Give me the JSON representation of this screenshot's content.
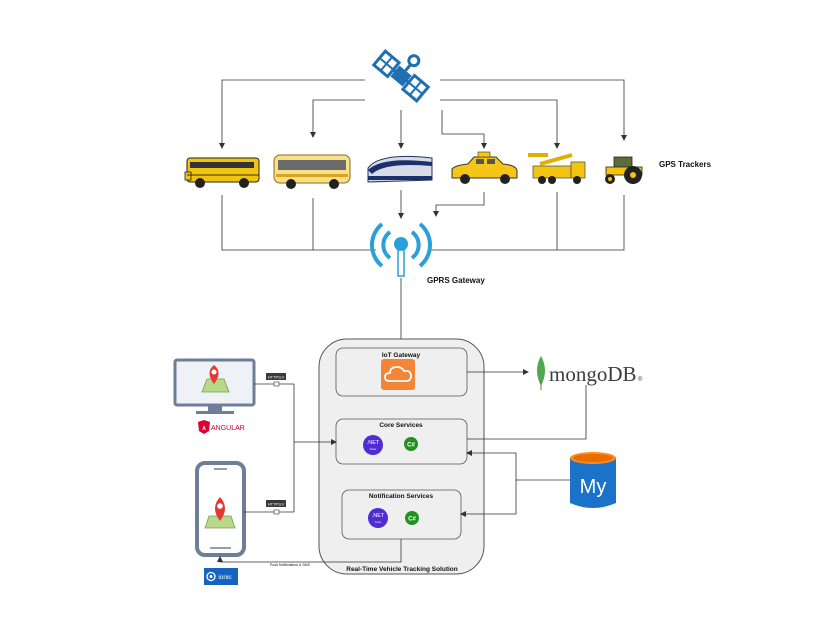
{
  "labels": {
    "gps_trackers": "GPS Trackers",
    "gprs_gateway": "GPRS Gateway",
    "iot_gateway": "IoT Gateway",
    "core_services": "Core Services",
    "notification_services": "Notification Services",
    "solution_title": "Real-Time Vehicle Tracking Solution",
    "mongodb": "mongoDB",
    "mongodb_mark": "®",
    "angular": "ANGULAR",
    "ionic": "ionic",
    "https_1": "HTTPS://",
    "https_2": "HTTPS://",
    "push": "Push Notifications & SMS",
    "net_1": ".NET",
    "net_1_sub": "Core",
    "net_2": ".NET",
    "net_2_sub": "Core",
    "csharp_1": "C#",
    "csharp_2": "C#",
    "mysql": "My"
  },
  "colors": {
    "satellite": "#1f6fb3",
    "wifi": "#2aa0d8",
    "school_bus": "#f2c40f",
    "taxi": "#f5c518",
    "aws_orange": "#f58536",
    "dotnet": "#512bd4",
    "csharp": "#239120",
    "mongo_leaf": "#4fa94d",
    "angular_red": "#dd0031",
    "mysql_blue": "#1a73c8",
    "ionic_blue": "#1565c0"
  },
  "icons": [
    "satellite-icon",
    "school-bus-icon",
    "coach-bus-icon",
    "train-icon",
    "taxi-icon",
    "crane-truck-icon",
    "tractor-icon",
    "wifi-tower-icon",
    "cloud-icon",
    "monitor-map-icon",
    "phone-map-icon",
    "mongodb-leaf-icon",
    "mysql-db-icon",
    "ionic-logo-icon",
    "angular-logo-icon"
  ]
}
